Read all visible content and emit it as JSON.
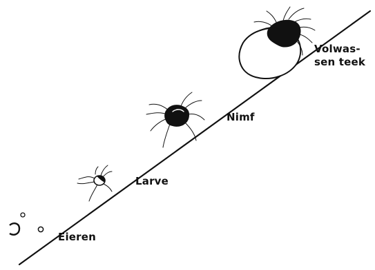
{
  "diagram": {
    "stages": [
      {
        "id": "eggs",
        "label": "Eieren"
      },
      {
        "id": "larva",
        "label": "Larve"
      },
      {
        "id": "nymph",
        "label": "Nimf"
      },
      {
        "id": "adult",
        "label_line1": "Volwas-",
        "label_line2": "sen teek"
      }
    ],
    "colors": {
      "ink": "#111111",
      "body_fill": "#ffffff",
      "background": "#ffffff"
    }
  }
}
